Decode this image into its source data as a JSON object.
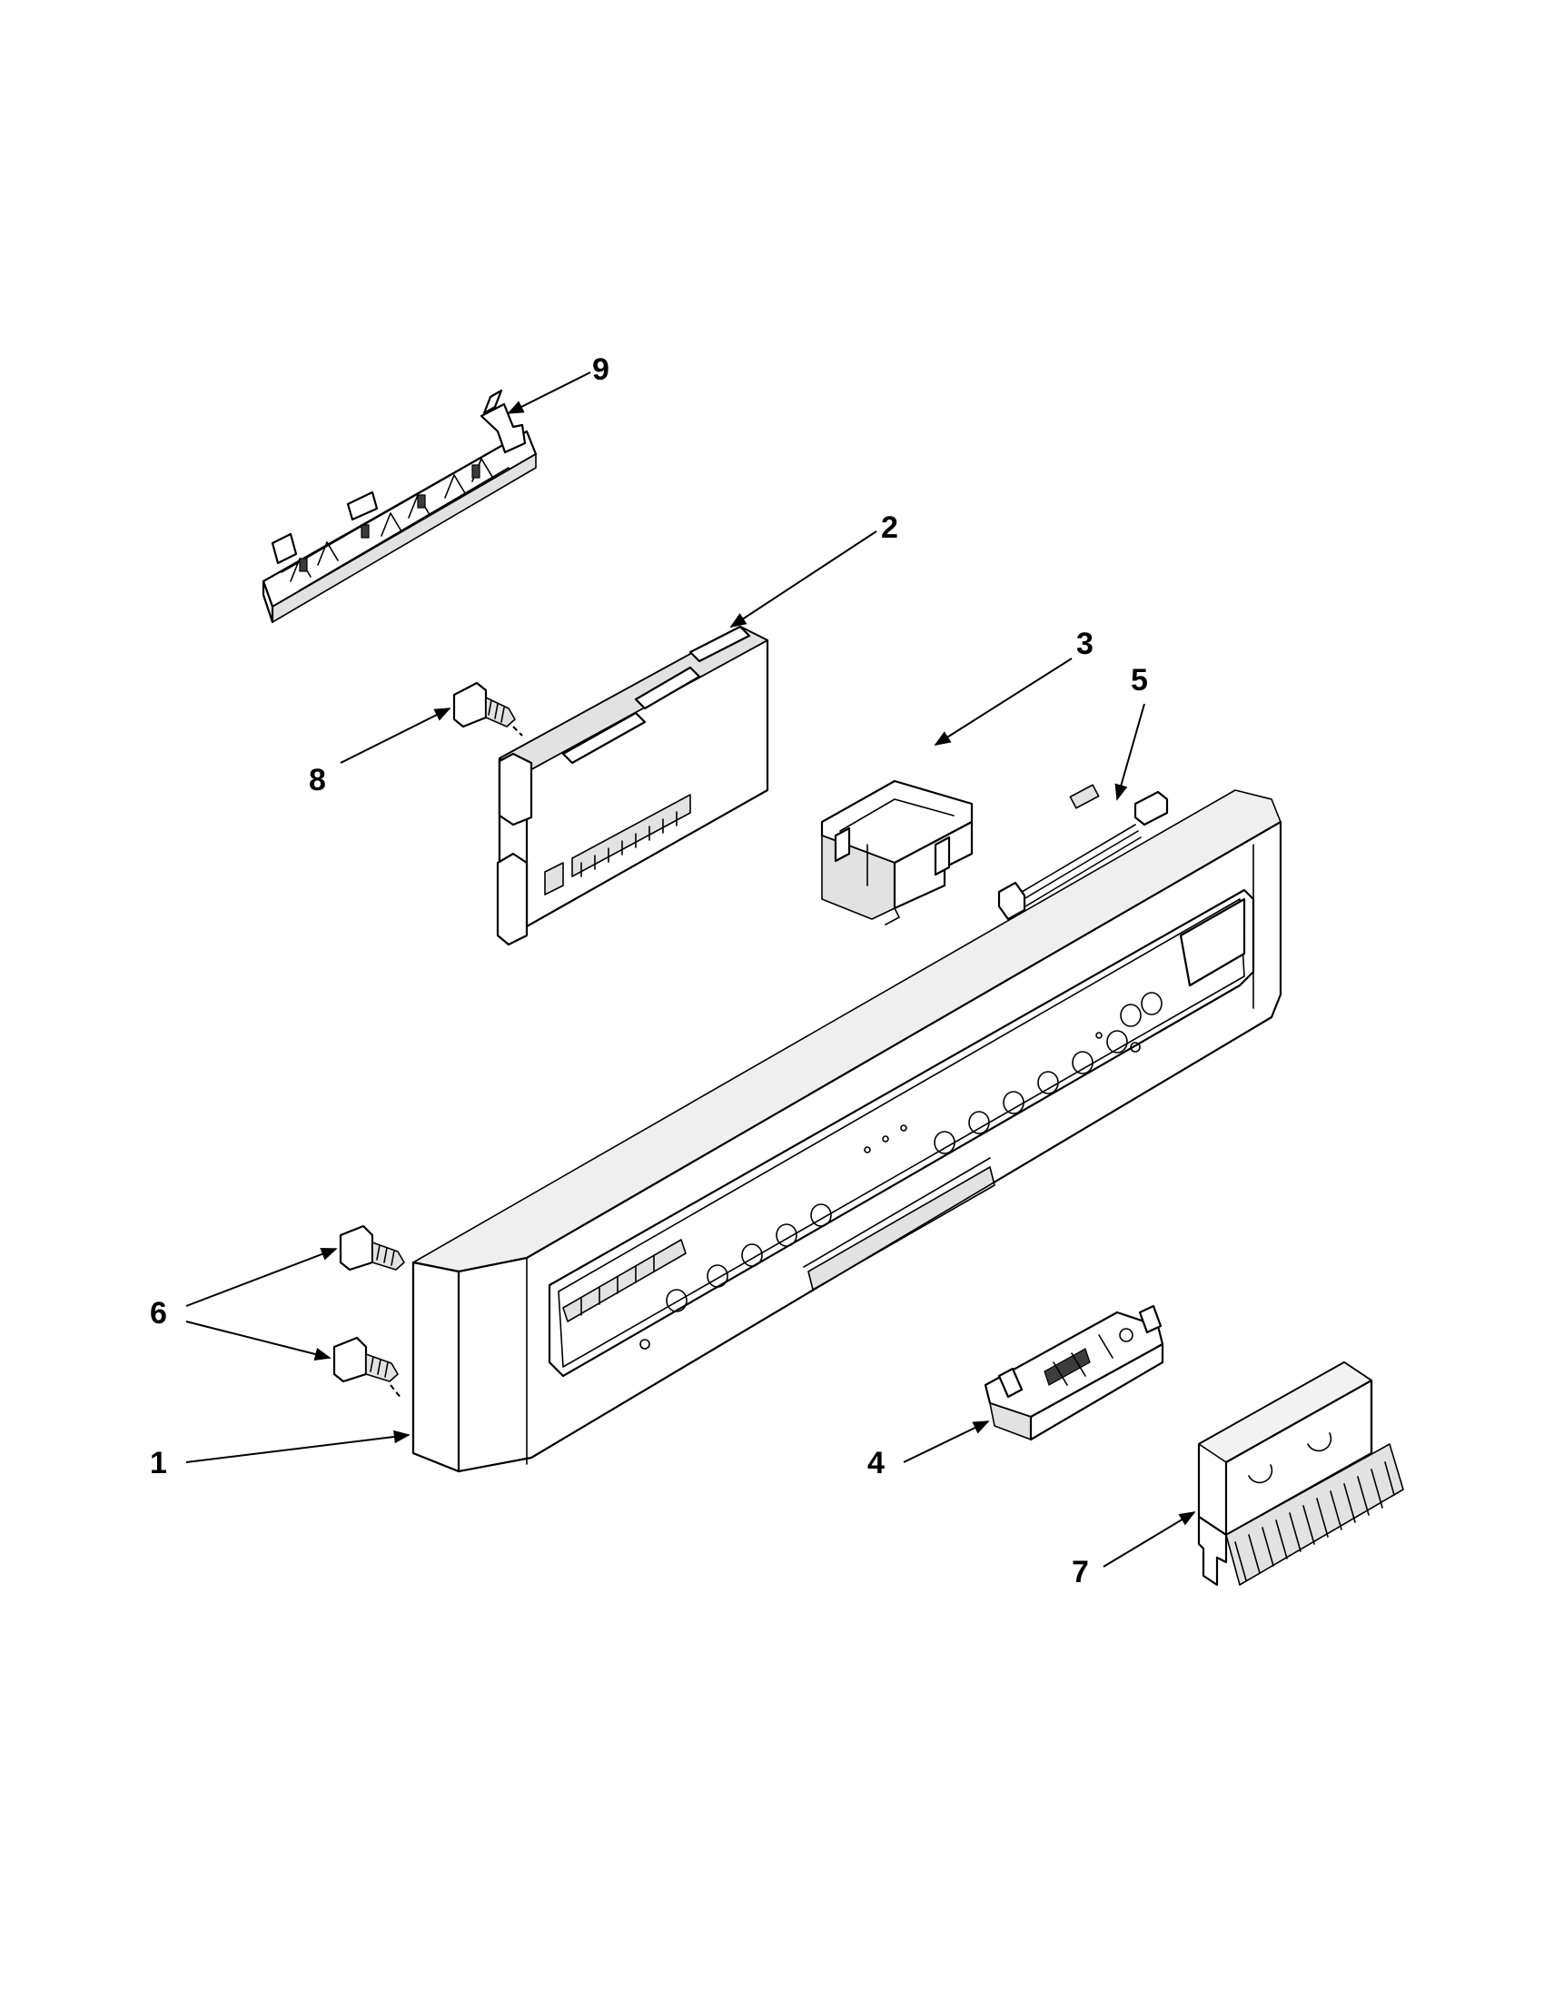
{
  "diagram": {
    "callouts": [
      {
        "id": "1",
        "label": "1"
      },
      {
        "id": "2",
        "label": "2"
      },
      {
        "id": "3",
        "label": "3"
      },
      {
        "id": "4",
        "label": "4"
      },
      {
        "id": "5",
        "label": "5"
      },
      {
        "id": "6",
        "label": "6"
      },
      {
        "id": "7",
        "label": "7"
      },
      {
        "id": "8",
        "label": "8"
      },
      {
        "id": "9",
        "label": "9"
      }
    ],
    "parts": [
      {
        "callout": "1",
        "icon": "control-panel-console"
      },
      {
        "callout": "2",
        "icon": "electronic-control-board"
      },
      {
        "callout": "3",
        "icon": "board-housing-bracket"
      },
      {
        "callout": "4",
        "icon": "door-latch"
      },
      {
        "callout": "5",
        "icon": "wire-harness"
      },
      {
        "callout": "6",
        "icon": "screw"
      },
      {
        "callout": "7",
        "icon": "vent-brush-assembly"
      },
      {
        "callout": "8",
        "icon": "screw"
      },
      {
        "callout": "9",
        "icon": "mounting-bracket"
      }
    ]
  }
}
